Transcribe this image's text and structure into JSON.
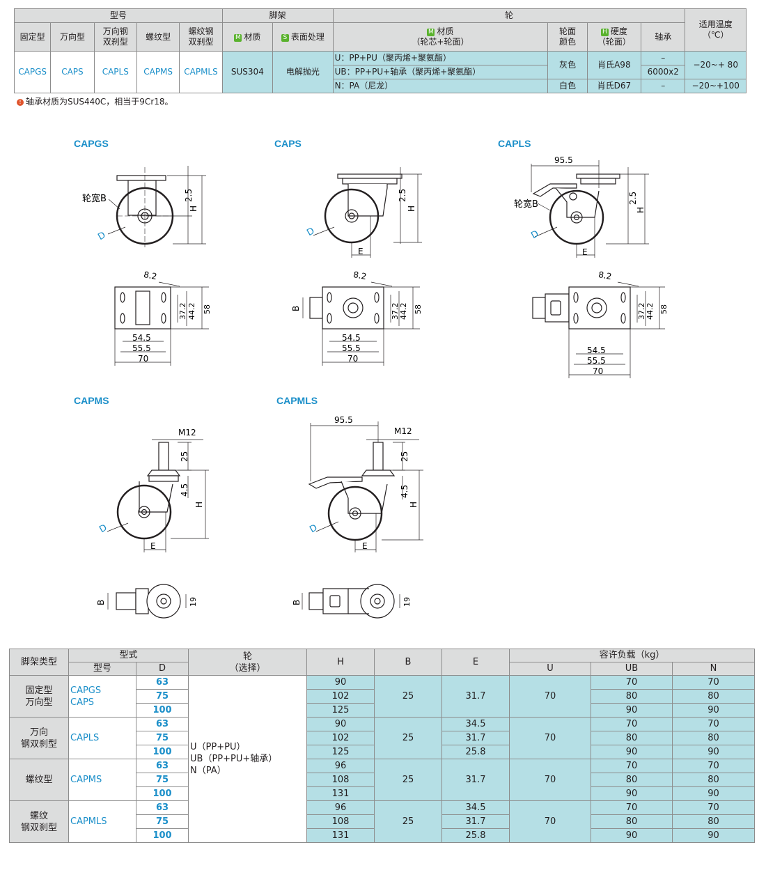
{
  "spec": {
    "groups": {
      "model": "型号",
      "bracket": "脚架",
      "wheel": "轮",
      "temp": "适用温度\n（℃）"
    },
    "model_cols": [
      "固定型",
      "万向型",
      "万向钢\n双刹型",
      "螺纹型",
      "螺纹钢\n双刹型"
    ],
    "bracket_cols": {
      "material_tag": "M",
      "material": "材质",
      "surface_tag": "S",
      "surface": "表面处理"
    },
    "wheel_cols": {
      "material_tag": "M",
      "material": "材质\n（轮芯+轮面）",
      "color": "轮面\n颜色",
      "hardness_tag": "H",
      "hardness": "硬度\n（轮面）",
      "bearing": "轴承"
    },
    "models": [
      "CAPGS",
      "CAPS",
      "CAPLS",
      "CAPMS",
      "CAPMLS"
    ],
    "bracket_material": "SUS304",
    "bracket_surface": "电解抛光",
    "rows": [
      {
        "material": "U：PP+PU（聚丙烯+聚氨酯）",
        "color": "灰色",
        "hardness": "肖氏A98",
        "bearing": "–",
        "temp": "−20~+ 80"
      },
      {
        "material": "UB：PP+PU+轴承（聚丙烯+聚氨酯）",
        "bearing": "6000x2"
      },
      {
        "material": "N：PA（尼龙）",
        "color": "白色",
        "hardness": "肖氏D67",
        "bearing": "–",
        "temp": "−20~+100"
      }
    ],
    "note_icon": "!",
    "note": "轴承材质为SUS440C，相当于9Cr18。"
  },
  "drawings": {
    "labels": [
      "CAPGS",
      "CAPS",
      "CAPLS",
      "CAPMS",
      "CAPMLS"
    ],
    "dims": {
      "wheel_width": "轮宽B",
      "d": "D",
      "h": "H",
      "e": "E",
      "b": "B",
      "offset_25": "2.5",
      "offset_45": "4.5",
      "v95": "95.5",
      "v82": "8.2",
      "v372": "37.2",
      "v442": "44.2",
      "v58": "58",
      "v545": "54.5",
      "v555": "55.5",
      "v70": "70",
      "m12": "M12",
      "v25": "25",
      "v19": "19"
    }
  },
  "load": {
    "headers": {
      "bracket_type": "脚架类型",
      "style": "型式",
      "model": "型号",
      "d": "D",
      "wheel": "轮\n（选择）",
      "h": "H",
      "b": "B",
      "e": "E",
      "load": "容许负载（kg）",
      "u": "U",
      "ub": "UB",
      "n": "N"
    },
    "wheel_options": [
      "U（PP+PU）",
      "UB（PP+PU+轴承）",
      "N（PA）"
    ],
    "groups": [
      {
        "type": "固定型\n万向型",
        "model": "CAPGS\nCAPS",
        "b": "25",
        "u": "70",
        "e_merged": "31.7",
        "rows": [
          {
            "d": "63",
            "h": "90",
            "ub": "70",
            "n": "70"
          },
          {
            "d": "75",
            "h": "102",
            "ub": "80",
            "n": "80"
          },
          {
            "d": "100",
            "h": "125",
            "ub": "90",
            "n": "90"
          }
        ]
      },
      {
        "type": "万向\n钢双刹型",
        "model": "CAPLS",
        "b": "25",
        "u": "70",
        "rows": [
          {
            "d": "63",
            "h": "90",
            "e": "34.5",
            "ub": "70",
            "n": "70"
          },
          {
            "d": "75",
            "h": "102",
            "e": "31.7",
            "ub": "80",
            "n": "80"
          },
          {
            "d": "100",
            "h": "125",
            "e": "25.8",
            "ub": "90",
            "n": "90"
          }
        ]
      },
      {
        "type": "螺纹型",
        "model": "CAPMS",
        "b": "25",
        "u": "70",
        "e_merged": "31.7",
        "rows": [
          {
            "d": "63",
            "h": "96",
            "ub": "70",
            "n": "70"
          },
          {
            "d": "75",
            "h": "108",
            "ub": "80",
            "n": "80"
          },
          {
            "d": "100",
            "h": "131",
            "ub": "90",
            "n": "90"
          }
        ]
      },
      {
        "type": "螺纹\n钢双刹型",
        "model": "CAPMLS",
        "b": "25",
        "u": "70",
        "rows": [
          {
            "d": "63",
            "h": "96",
            "e": "34.5",
            "ub": "70",
            "n": "70"
          },
          {
            "d": "75",
            "h": "108",
            "e": "31.7",
            "ub": "80",
            "n": "80"
          },
          {
            "d": "100",
            "h": "131",
            "e": "25.8",
            "ub": "90",
            "n": "90"
          }
        ]
      }
    ]
  }
}
